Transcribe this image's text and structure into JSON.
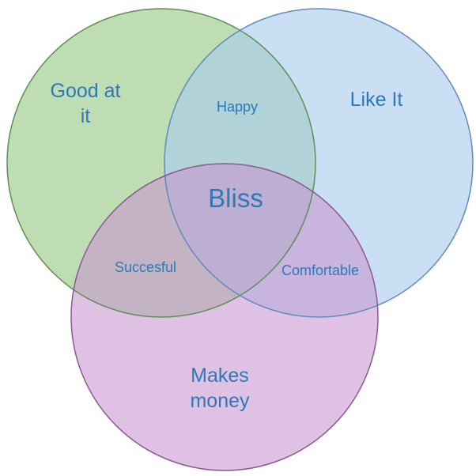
{
  "colors": {
    "good_at_it_fill": "#b3d7a6",
    "good_at_it_stroke": "#5f8d53",
    "like_it_fill": "#a9ccee",
    "like_it_stroke": "#5d8bbd",
    "makes_money_fill": "#c795cf",
    "makes_money_stroke": "#8a5a92",
    "label_text": "#2e78b8"
  },
  "sets": {
    "good_at_it": {
      "line1": "Good at",
      "line2": "it",
      "icon": "circle"
    },
    "like_it": {
      "label": "Like It",
      "icon": "circle"
    },
    "makes_money": {
      "line1": "Makes",
      "line2": "money",
      "icon": "circle"
    }
  },
  "intersections": {
    "good_like": "Happy",
    "good_money": "Succesful",
    "like_money": "Comfortable",
    "all_three": "Bliss"
  }
}
